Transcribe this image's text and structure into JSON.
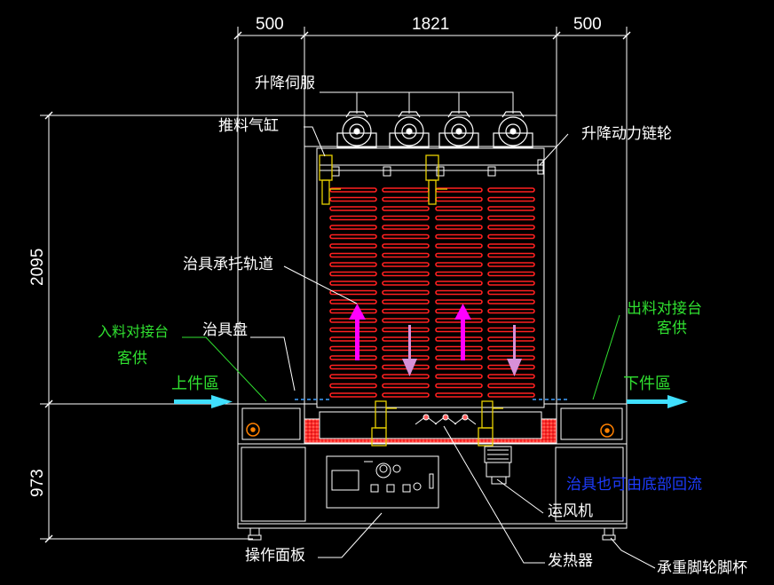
{
  "dimensions": {
    "left_width": "500",
    "center_width": "1821",
    "right_width": "500",
    "upper_height": "2095",
    "lower_height": "973"
  },
  "labels": {
    "lift_servo": "升降伺服",
    "push_cylinder": "推料气缸",
    "lift_sprocket": "升降动力链轮",
    "fixture_rail": "治具承托轨道",
    "infeed_dock": "入料对接台",
    "customer_supplied_left": "客供",
    "fixture_tray": "治具盘",
    "outfeed_dock": "出料对接台",
    "customer_supplied_right": "客供",
    "loading_zone": "上件區",
    "unloading_zone": "下件區",
    "bottom_return_note": "治具也可由底部回流",
    "fan": "运风机",
    "control_panel": "操作面板",
    "heater": "发热器",
    "caster_cup": "承重脚轮脚杯"
  },
  "colors": {
    "line": "#ffffff",
    "rail": "#ff2020",
    "arrow_up": "#ff00ff",
    "arrow_down": "#d890d8",
    "flow_arrow": "#40e0ff",
    "green_text": "#30e030",
    "blue_text": "#1e3cff",
    "cylinder": "#e8d000"
  }
}
